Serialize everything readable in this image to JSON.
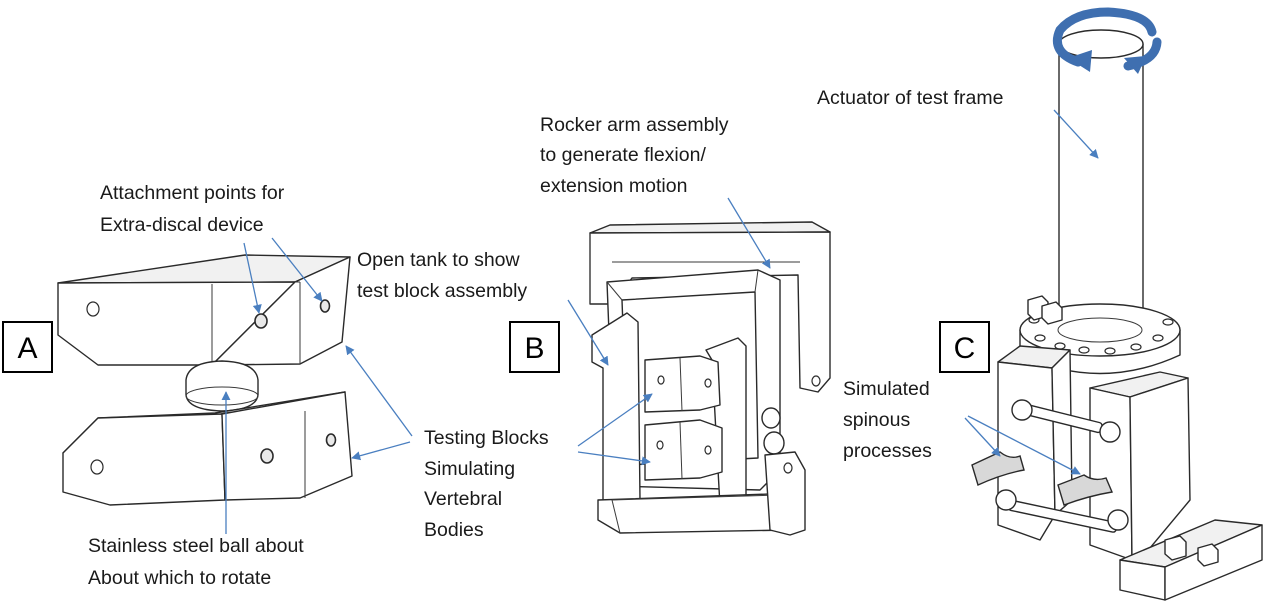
{
  "colors": {
    "callout": "#4a7fc0",
    "rotation_arrow": "#3f6fb0",
    "outline": "#2a2a2a"
  },
  "panels": {
    "a": {
      "letter": "A",
      "label_attachment_l1": "Attachment points for",
      "label_attachment_l2": "Extra-discal device",
      "label_ball_l1": "Stainless steel ball about",
      "label_ball_l2": "About which to rotate"
    },
    "b": {
      "letter": "B",
      "label_rocker_l1": "Rocker arm assembly",
      "label_rocker_l2": "to generate flexion/",
      "label_rocker_l3": "extension motion",
      "label_tank_l1": "Open tank to show",
      "label_tank_l2": "test block assembly",
      "label_blocks_l1": "Testing Blocks",
      "label_blocks_l2": "Simulating",
      "label_blocks_l3": "Vertebral",
      "label_blocks_l4": "Bodies"
    },
    "c": {
      "letter": "C",
      "label_actuator": "Actuator of test frame",
      "label_spinous_l1": "Simulated",
      "label_spinous_l2": "spinous",
      "label_spinous_l3": "processes"
    }
  },
  "icons": [
    "rotation-arrow-icon"
  ]
}
